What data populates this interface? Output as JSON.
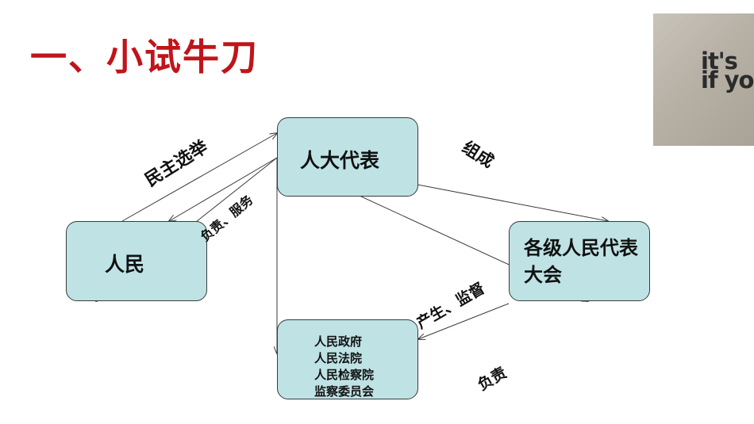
{
  "title": "一、小试牛刀",
  "photo": {
    "line1": "it's",
    "line2": "if yo"
  },
  "nodes": {
    "representatives": "人大代表",
    "people": "人民",
    "congress": "各级人民代表大会",
    "organs": [
      "人民政府",
      "人民法院",
      "人民检察院",
      "监察委员会"
    ]
  },
  "edges": {
    "elect": "民主选举",
    "serve": "负责、服务",
    "form": "组成",
    "produce_supervise": "产生、监督",
    "responsible": "负责"
  },
  "colors": {
    "title": "#c0141b",
    "node_fill": "#bfe3e5",
    "line": "#3a3a3a"
  }
}
